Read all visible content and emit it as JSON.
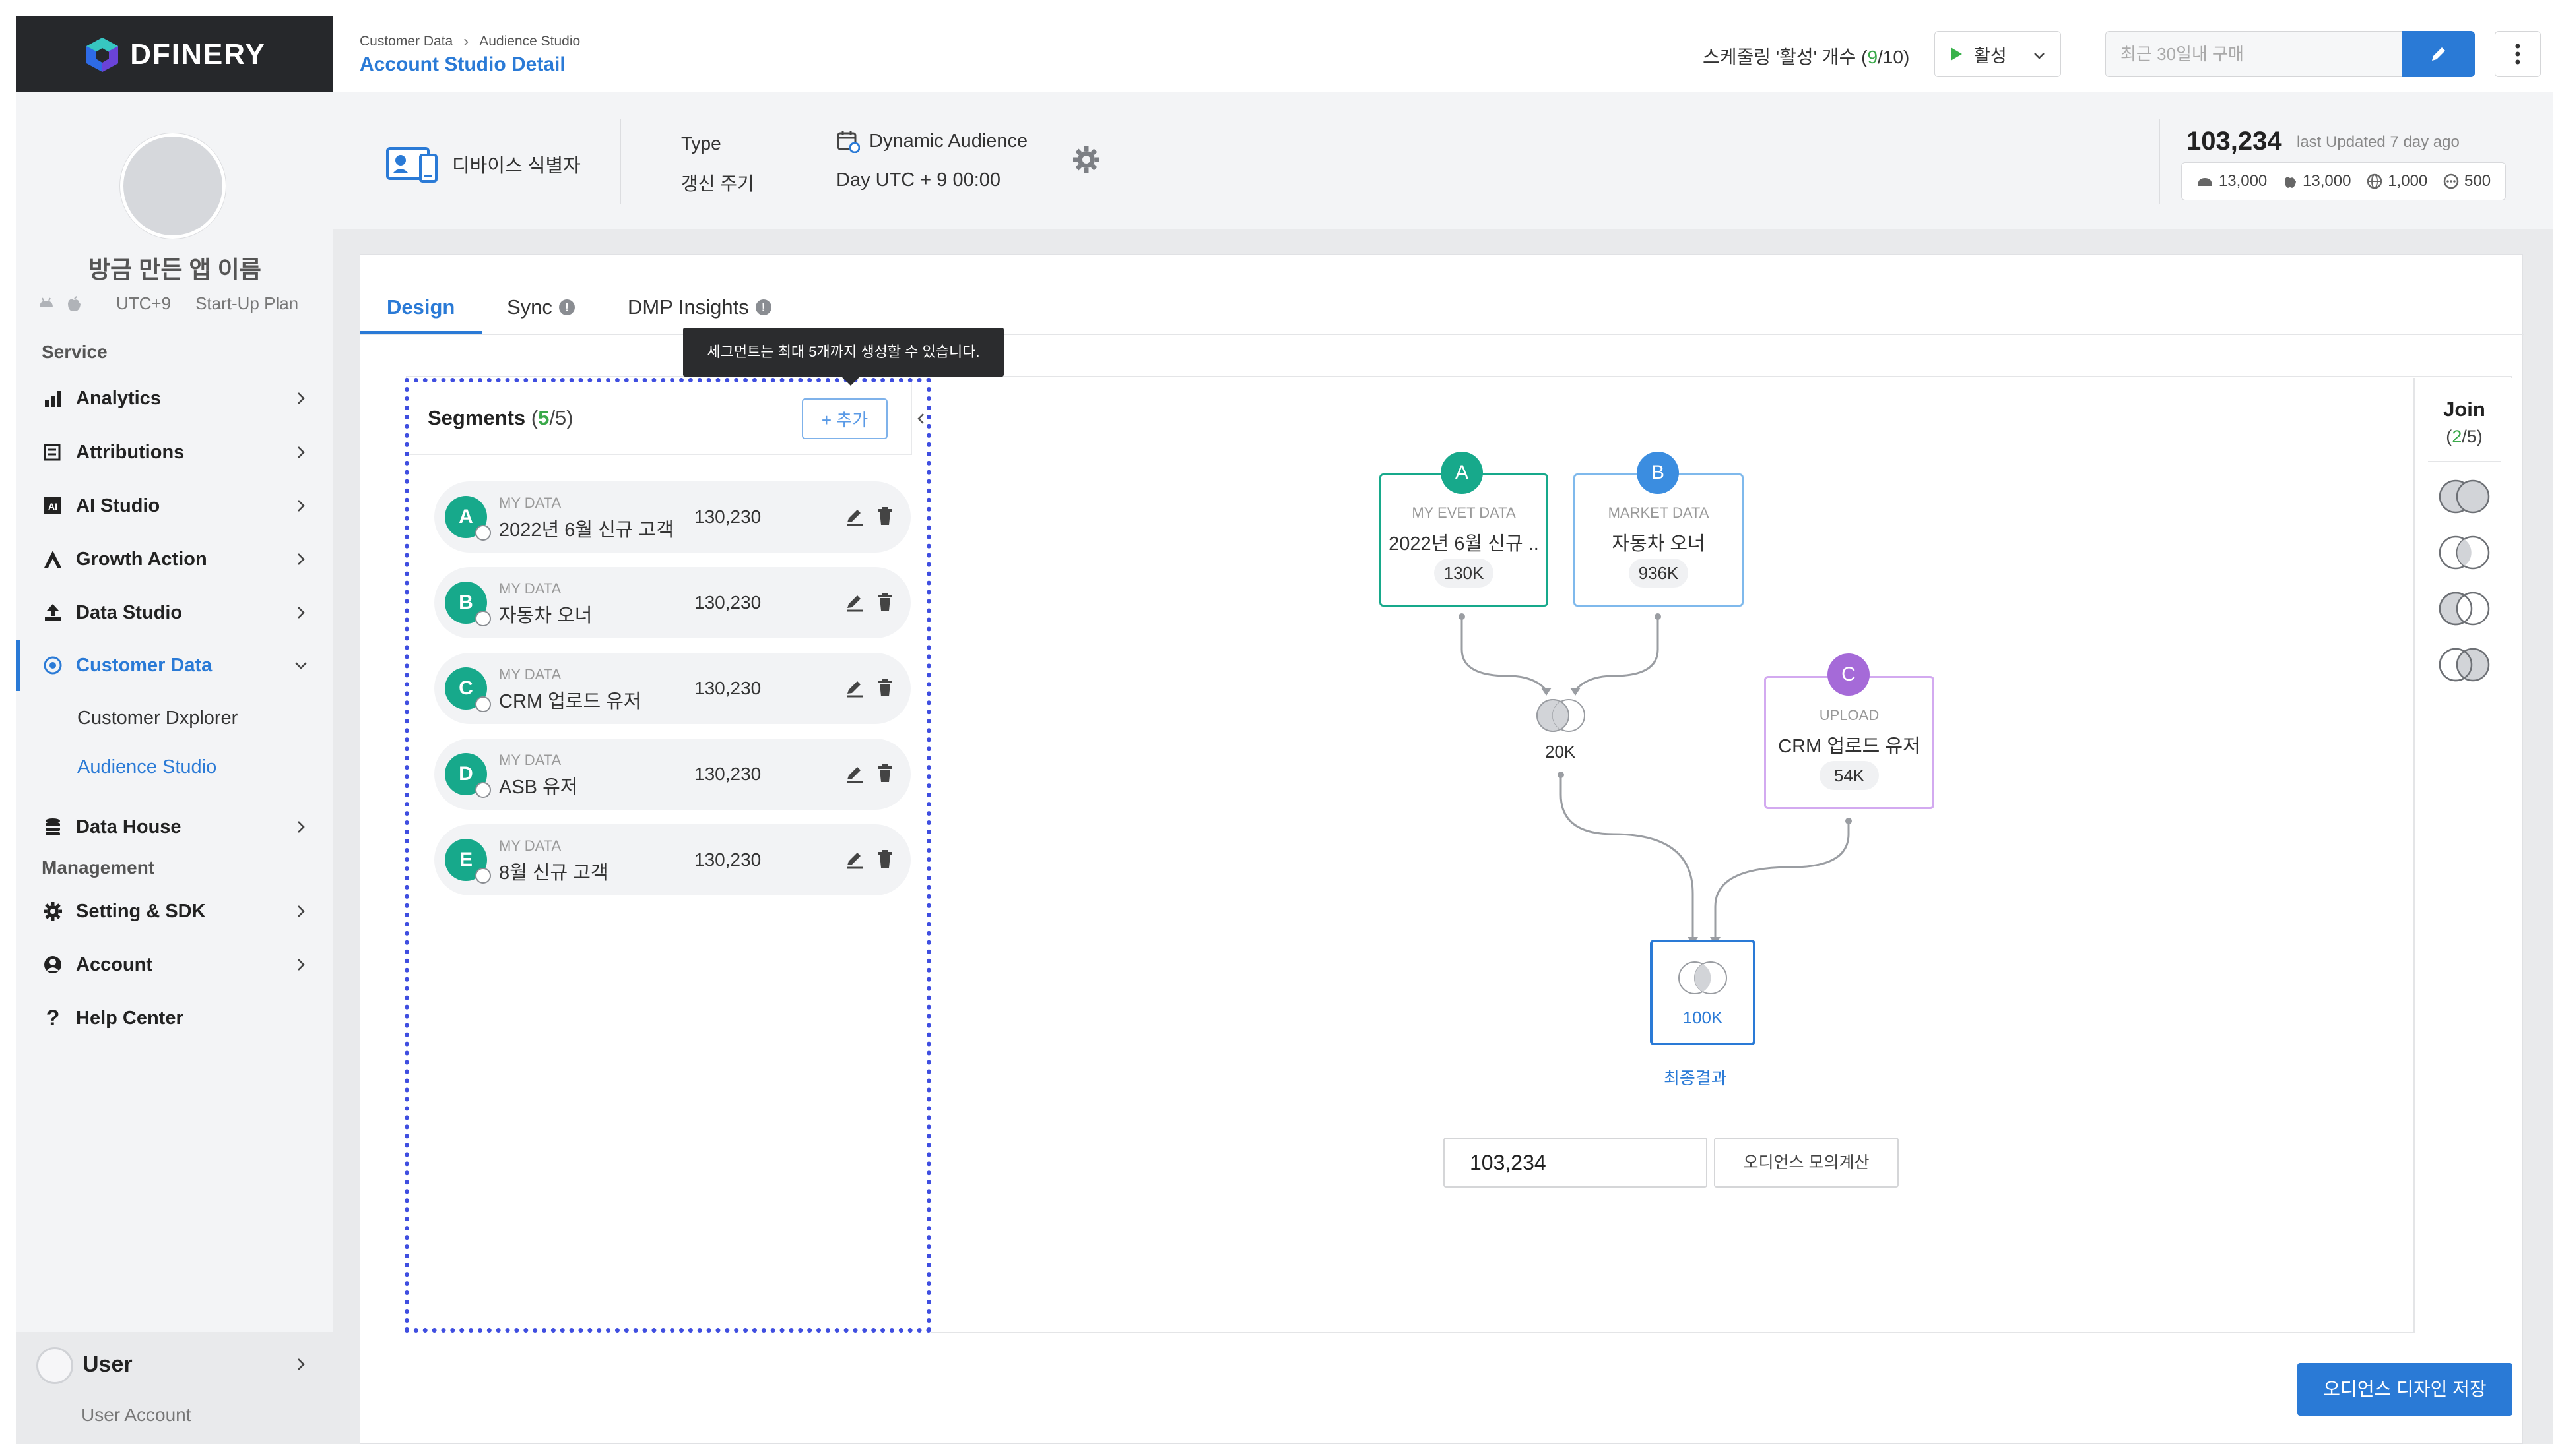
{
  "brand": {
    "name": "DFINERY",
    "colors": {
      "accent": "#2a7ad6",
      "dark": "#26282b",
      "green": "#3aa94a"
    }
  },
  "profile": {
    "app_name": "방금 만든 앱 이름",
    "timezone": "UTC+9",
    "plan": "Start-Up Plan"
  },
  "sidebar": {
    "service_title": "Service",
    "management_title": "Management",
    "items": [
      {
        "label": "Analytics",
        "icon": "bar-chart-icon"
      },
      {
        "label": "Attributions",
        "icon": "attribution-icon"
      },
      {
        "label": "AI Studio",
        "icon": "ai-icon"
      },
      {
        "label": "Growth Action",
        "icon": "growth-icon"
      },
      {
        "label": "Data Studio",
        "icon": "upload-icon"
      },
      {
        "label": "Customer Data",
        "icon": "target-icon"
      },
      {
        "label": "Data House",
        "icon": "database-icon"
      },
      {
        "label": "Setting & SDK",
        "icon": "gear-icon"
      },
      {
        "label": "Account",
        "icon": "account-icon"
      },
      {
        "label": "Help Center",
        "icon": "question-icon"
      }
    ],
    "sub_items": [
      "Customer Dxplorer",
      "Audience Studio"
    ],
    "user": {
      "name": "User",
      "sub": "User Account"
    }
  },
  "header": {
    "breadcrumb": [
      "Customer Data",
      "Audience Studio"
    ],
    "title": "Account Studio Detail",
    "schedule_prefix": "스케줄링 '활성' 개수 (",
    "schedule_active": "9",
    "schedule_suffix": "/10)",
    "status_value": "활성",
    "search_placeholder": "최근 30일내 구매"
  },
  "info": {
    "identifier_label": "디바이스 식별자",
    "type_label": "Type",
    "cycle_label": "갱신 주기",
    "type_value": "Dynamic Audience",
    "cycle_value": "Day UTC + 9 00:00",
    "total": "103,234",
    "updated": "last Updated 7 day ago",
    "platforms": [
      {
        "icon": "android-icon",
        "value": "13,000"
      },
      {
        "icon": "apple-icon",
        "value": "13,000"
      },
      {
        "icon": "web-icon",
        "value": "1,000"
      },
      {
        "icon": "other-icon",
        "value": "500"
      }
    ]
  },
  "tabs": [
    {
      "label": "Design"
    },
    {
      "label": "Sync"
    },
    {
      "label": "DMP Insights"
    }
  ],
  "tooltip": "세그먼트는 최대 5개까지 생성할 수 있습니다.",
  "segments": {
    "title": "Segments",
    "count_open": "(",
    "count_current": "5",
    "count_rest": "/5)",
    "add_label": "+ 추가",
    "rows": [
      {
        "badge": "A",
        "source": "MY DATA",
        "name": "2022년 6월 신규 고객",
        "value": "130,230"
      },
      {
        "badge": "B",
        "source": "MY DATA",
        "name": "자동차 오너",
        "value": "130,230"
      },
      {
        "badge": "C",
        "source": "MY DATA",
        "name": "CRM 업로드 유저",
        "value": "130,230"
      },
      {
        "badge": "D",
        "source": "MY DATA",
        "name": "ASB 유저",
        "value": "130,230"
      },
      {
        "badge": "E",
        "source": "MY DATA",
        "name": "8월 신규 고객",
        "value": "130,230"
      }
    ]
  },
  "flow": {
    "nodes": [
      {
        "badge": "A",
        "source": "MY EVET DATA",
        "name": "2022년 6월 신규 ..",
        "value": "130K",
        "color": "#17a98b"
      },
      {
        "badge": "B",
        "source": "MARKET DATA",
        "name": "자동차 오너",
        "value": "936K",
        "color": "#3b8de0"
      },
      {
        "badge": "C",
        "source": "UPLOAD",
        "name": "CRM 업로드 유저",
        "value": "54K",
        "color": "#a56ad8"
      }
    ],
    "join1_value": "20K",
    "result_value": "100K",
    "result_label": "최종결과"
  },
  "calc": {
    "value": "103,234",
    "button": "오디언스 모의계산"
  },
  "join": {
    "title": "Join",
    "count_open": "(",
    "count_current": "2",
    "count_rest": "/5)"
  },
  "save_button": "오디언스 디자인 저장"
}
